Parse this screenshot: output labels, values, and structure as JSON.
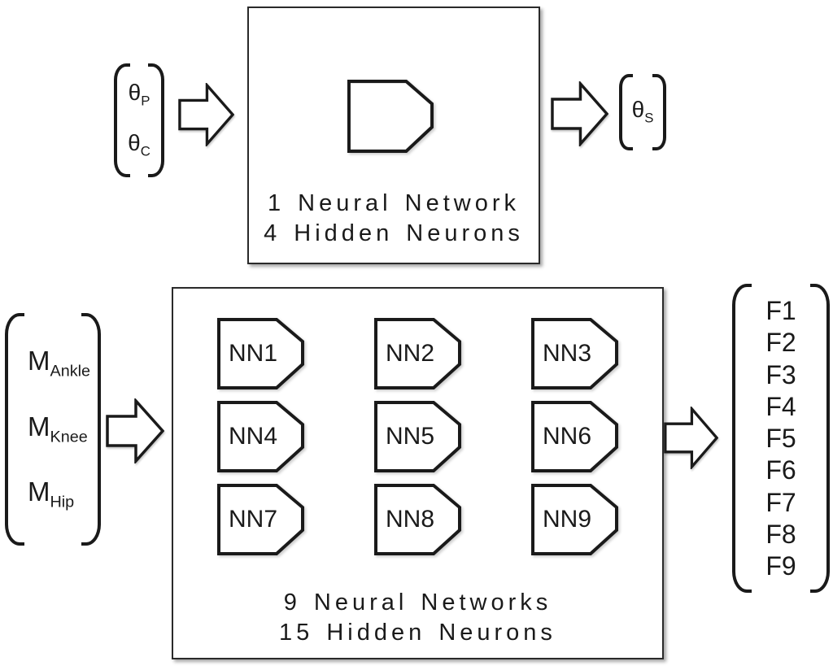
{
  "figure": {
    "background_color": "#ffffff",
    "ink_color": "#1a1a1a",
    "top_flow": {
      "input_vector": {
        "entries": [
          {
            "base": "θ",
            "sub": "P"
          },
          {
            "base": "θ",
            "sub": "C"
          }
        ]
      },
      "network_box": {
        "caption_line1": "1 Neural Network",
        "caption_line2": "4 Hidden Neurons"
      },
      "output_vector": {
        "entries": [
          {
            "base": "θ",
            "sub": "S"
          }
        ]
      }
    },
    "bottom_flow": {
      "input_vector": {
        "entries": [
          {
            "base": "M",
            "sub": "Ankle"
          },
          {
            "base": "M",
            "sub": "Knee"
          },
          {
            "base": "M",
            "sub": "Hip"
          }
        ]
      },
      "network_box": {
        "network_labels": [
          "NN1",
          "NN2",
          "NN3",
          "NN4",
          "NN5",
          "NN6",
          "NN7",
          "NN8",
          "NN9"
        ],
        "caption_line1": "9 Neural Networks",
        "caption_line2": "15 Hidden Neurons"
      },
      "output_vector": {
        "entries": [
          "F1",
          "F2",
          "F3",
          "F4",
          "F5",
          "F6",
          "F7",
          "F8",
          "F9"
        ]
      }
    }
  }
}
